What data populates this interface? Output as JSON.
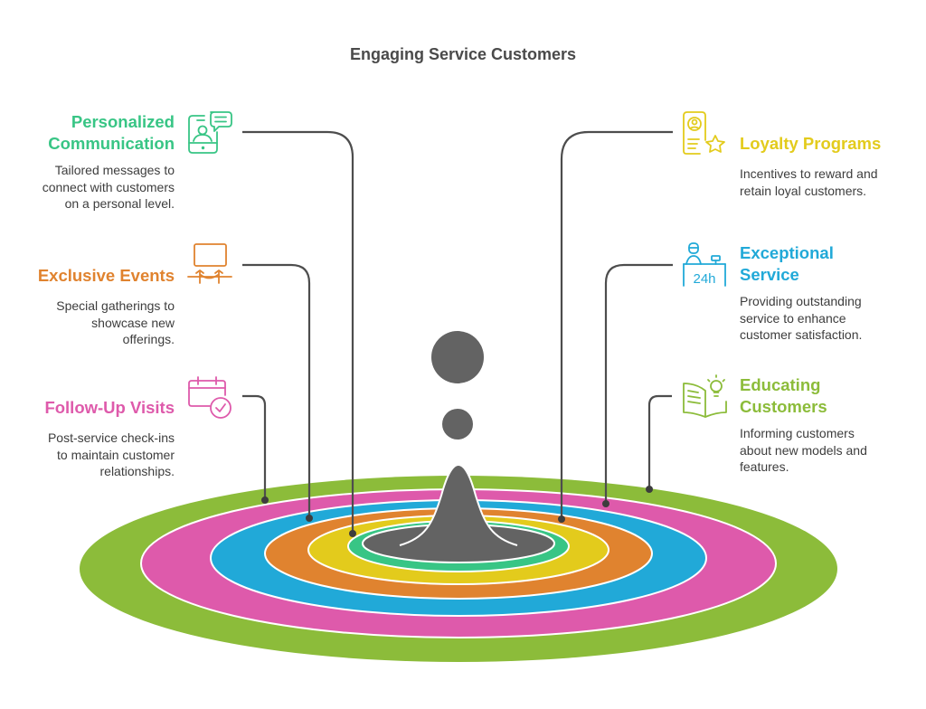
{
  "title": "Engaging Service Customers",
  "colors": {
    "title": "#4a4a4a",
    "connector": "#4d4d4d",
    "center": "#636363"
  },
  "rings": [
    {
      "name": "educating-customers",
      "color": "#8cbc3a"
    },
    {
      "name": "follow-up-visits",
      "color": "#de5aab"
    },
    {
      "name": "exceptional-service",
      "color": "#21a9d8"
    },
    {
      "name": "exclusive-events",
      "color": "#e0832f"
    },
    {
      "name": "loyalty-programs",
      "color": "#e3cb1c"
    },
    {
      "name": "personalized-communication",
      "color": "#38c585"
    }
  ],
  "items": {
    "personalized": {
      "title_line1": "Personalized",
      "title_line2": "Communication",
      "desc": [
        "Tailored messages to",
        "connect with customers",
        "on a personal level."
      ],
      "color": "#38c585",
      "icon": "mobile-chat-icon"
    },
    "exclusive": {
      "title": "Exclusive Events",
      "desc": [
        "Special gatherings to",
        "showcase new",
        "offerings."
      ],
      "color": "#e0832f",
      "icon": "velvet-rope-screen-icon"
    },
    "followup": {
      "title": "Follow-Up Visits",
      "desc": [
        "Post-service check-ins",
        "to maintain customer",
        "relationships."
      ],
      "color": "#de5aab",
      "icon": "calendar-check-icon"
    },
    "loyalty": {
      "title": "Loyalty Programs",
      "desc": [
        "Incentives to reward and",
        "retain loyal customers."
      ],
      "color": "#e3cb1c",
      "icon": "profile-star-icon"
    },
    "exceptional": {
      "title_line1": "Exceptional",
      "title_line2": "Service",
      "desc": [
        "Providing outstanding",
        "service to enhance",
        "customer satisfaction."
      ],
      "color": "#21a9d8",
      "icon": "24h-support-icon",
      "icon_text": "24h"
    },
    "educating": {
      "title_line1": "Educating",
      "title_line2": "Customers",
      "desc": [
        "Informing customers",
        "about new models and",
        "features."
      ],
      "color": "#8cbc3a",
      "icon": "book-lightbulb-icon"
    }
  }
}
